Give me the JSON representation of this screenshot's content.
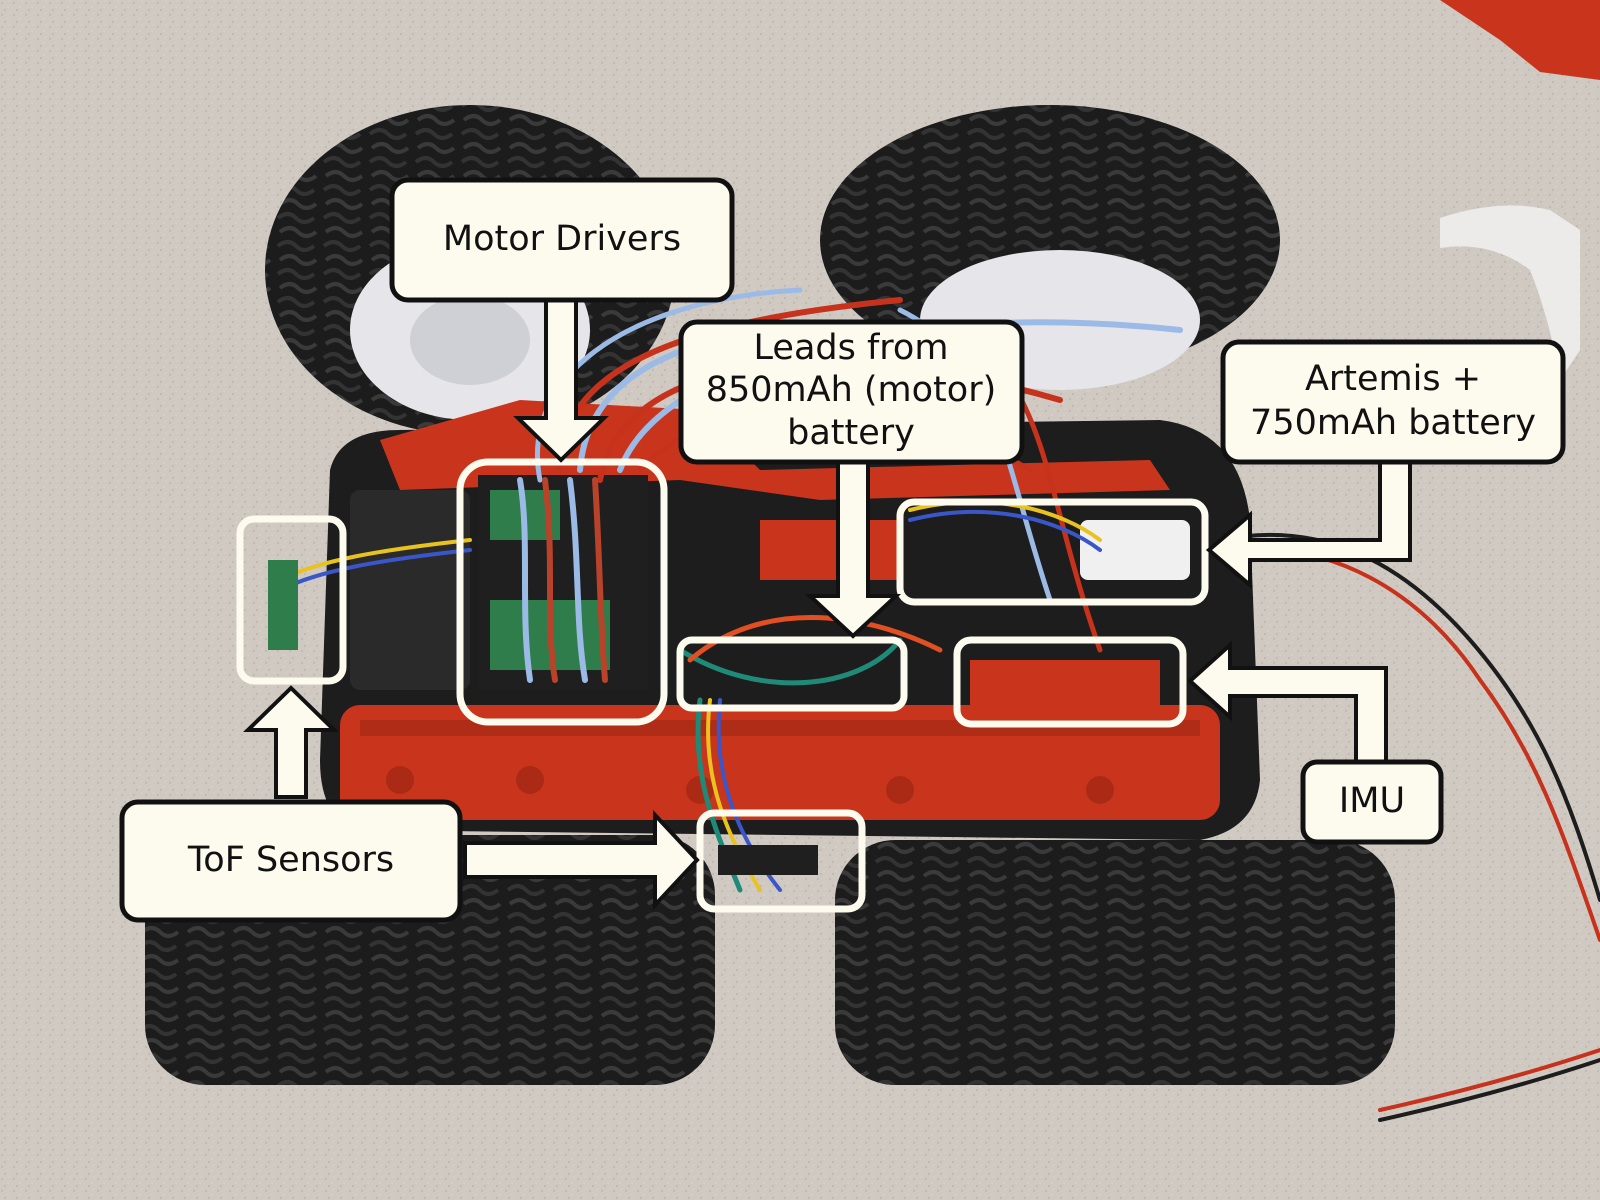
{
  "labels": {
    "motor_drivers": "Motor Drivers",
    "motor_battery": [
      "Leads from",
      "850mAh (motor)",
      "battery"
    ],
    "artemis": [
      "Artemis +",
      "750mAh battery"
    ],
    "tof": "ToF Sensors",
    "imu": "IMU"
  },
  "colors": {
    "callout_fill": "#fdfaee",
    "callout_border": "#111111",
    "highlight_border": "#fdfaee",
    "arrow_fill": "#fdfaee",
    "chassis_red": "#c8351c",
    "chassis_black": "#1d1d1d",
    "tire": "#1a1a1a",
    "hub": "#e6e6ea",
    "floor": "#cfc9c2"
  },
  "icons": {
    "arrow": "arrow-icon"
  }
}
